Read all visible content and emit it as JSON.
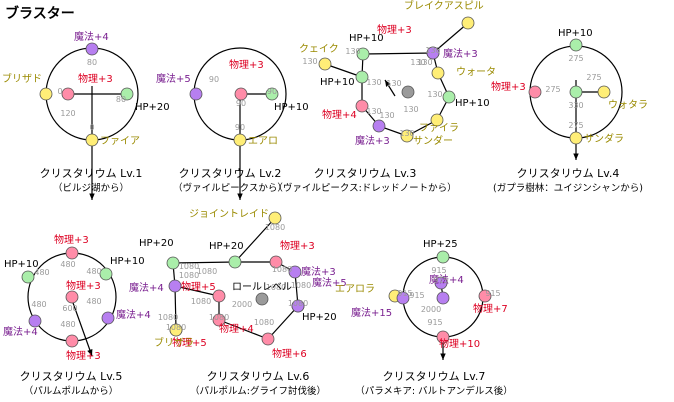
{
  "page": {
    "title": "ブラスター"
  },
  "colors": {
    "ring": "#000000",
    "cost": "#9a9a9a",
    "yellow": "#ffee77",
    "yellow_text": "#9a8a00",
    "green": "#aaeeaa",
    "green_text": "#000000",
    "purple": "#b77ff0",
    "purple_text": "#7a2090",
    "pink": "#ff8ca8",
    "pink_text": "#dd0022",
    "gray": "#9a9a9a"
  },
  "diagrams": [
    {
      "caption": "クリスタリウム Lv.1",
      "sub": "（ビルジ湖から）",
      "nodes": [
        {
          "t": "pink",
          "label": "物理+3",
          "cost": "120"
        },
        {
          "t": "purple",
          "label": "魔法+4",
          "cost": "80"
        },
        {
          "t": "yellow",
          "label": "ブリザド",
          "cost": "0"
        },
        {
          "t": "green",
          "label": "HP+20",
          "cost": "80"
        },
        {
          "t": "yellow",
          "label": "ファイア",
          "cost": "0"
        }
      ]
    },
    {
      "caption": "クリスタリウム Lv.2",
      "sub": "（ヴァイルピークスから）",
      "nodes": [
        {
          "t": "pink",
          "label": "物理+3",
          "cost": "90"
        },
        {
          "t": "purple",
          "label": "魔法+5",
          "cost": "90"
        },
        {
          "t": "green",
          "label": "HP+10",
          "cost": "90"
        },
        {
          "t": "yellow",
          "label": "エアロ",
          "cost": "90"
        }
      ]
    },
    {
      "caption": "クリスタリウム Lv.3",
      "sub": "（ヴァイルピークス:ドレッドノートから）",
      "nodes": [
        {
          "t": "yellow",
          "label": "ブレイクアスピル",
          "cost": ""
        },
        {
          "t": "pink",
          "label": "物理+3",
          "cost": "130"
        },
        {
          "t": "purple",
          "label": "魔法+3",
          "cost": "130"
        },
        {
          "t": "green",
          "label": "HP+10",
          "cost": "130"
        },
        {
          "t": "yellow",
          "label": "クェイク",
          "cost": "130"
        },
        {
          "t": "yellow",
          "label": "ウォータ",
          "cost": "130"
        },
        {
          "t": "green",
          "label": "HP+10",
          "cost": "130"
        },
        {
          "t": "gray",
          "label": "",
          "cost": "130"
        },
        {
          "t": "green",
          "label": "HP+10",
          "cost": "130"
        },
        {
          "t": "pink",
          "label": "物理+4",
          "cost": "130"
        },
        {
          "t": "yellow",
          "label": "ファイラ",
          "cost": "130"
        },
        {
          "t": "purple",
          "label": "魔法+3",
          "cost": "130"
        },
        {
          "t": "yellow",
          "label": "サンダー",
          "cost": "130"
        }
      ]
    },
    {
      "caption": "クリスタリウム Lv.4",
      "sub": "(ガプラ樹林：ユイジンシャンから)",
      "nodes": [
        {
          "t": "green",
          "label": "HP+10",
          "cost": "275"
        },
        {
          "t": "pink",
          "label": "物理+3",
          "cost": "275"
        },
        {
          "t": "yellow",
          "label": "ウォタラ",
          "cost": "275"
        },
        {
          "t": "yellow",
          "label": "サンダラ",
          "cost": "275"
        },
        {
          "t": "green",
          "label": "",
          "cost": "330"
        }
      ]
    },
    {
      "caption": "クリスタリウム Lv.5",
      "sub": "（パルムポルムから）",
      "nodes": [
        {
          "t": "pink",
          "label": "物理+3",
          "cost": "480"
        },
        {
          "t": "green",
          "label": "HP+10",
          "cost": "480"
        },
        {
          "t": "green",
          "label": "HP+10",
          "cost": "480"
        },
        {
          "t": "pink",
          "label": "物理+3",
          "cost": "600"
        },
        {
          "t": "purple",
          "label": "魔法+4",
          "cost": "480"
        },
        {
          "t": "purple",
          "label": "魔法+4",
          "cost": "480"
        },
        {
          "t": "pink",
          "label": "物理+3",
          "cost": "480"
        }
      ]
    },
    {
      "caption": "クリスタリウム Lv.6",
      "sub": "（パルポルム:グライフ討伐後）",
      "rolelevel": "ロールレベル",
      "nodes": [
        {
          "t": "yellow",
          "label": "ジョイントレイド",
          "cost": "1080"
        },
        {
          "t": "green",
          "label": "HP+20",
          "cost": "1080"
        },
        {
          "t": "green",
          "label": "HP+20",
          "cost": "1080"
        },
        {
          "t": "pink",
          "label": "物理+3",
          "cost": "1080"
        },
        {
          "t": "purple",
          "label": "魔法+4",
          "cost": "1080"
        },
        {
          "t": "purple",
          "label": "魔法+3",
          "cost": "1080"
        },
        {
          "t": "pink",
          "label": "物理+5",
          "cost": "1080"
        },
        {
          "t": "pink",
          "label": "物理+5",
          "cost": "1080"
        },
        {
          "t": "gray",
          "label": "",
          "cost": "2000"
        },
        {
          "t": "green",
          "label": "HP+20",
          "cost": "1080"
        },
        {
          "t": "pink",
          "label": "物理+4",
          "cost": "1080"
        },
        {
          "t": "yellow",
          "label": "ブリザラ",
          "cost": "1080"
        },
        {
          "t": "purple",
          "label": "魔法+5",
          "cost": "1080"
        },
        {
          "t": "pink",
          "label": "物理+6",
          "cost": "1080"
        }
      ]
    },
    {
      "caption": "クリスタリウム Lv.7",
      "sub": "（パラメキア: バルトアンデルス後）",
      "nodes": [
        {
          "t": "green",
          "label": "HP+25",
          "cost": "915"
        },
        {
          "t": "yellow",
          "label": "エアロラ",
          "cost": "915"
        },
        {
          "t": "purple",
          "label": "魔法+4",
          "cost": "915"
        },
        {
          "t": "purple",
          "label": "魔法+15",
          "cost": "915"
        },
        {
          "t": "pink",
          "label": "物理+7",
          "cost": "915"
        },
        {
          "t": "pink",
          "label": "物理+10",
          "cost": "915"
        },
        {
          "t": "purple",
          "label": "",
          "cost": "2000"
        }
      ]
    }
  ]
}
